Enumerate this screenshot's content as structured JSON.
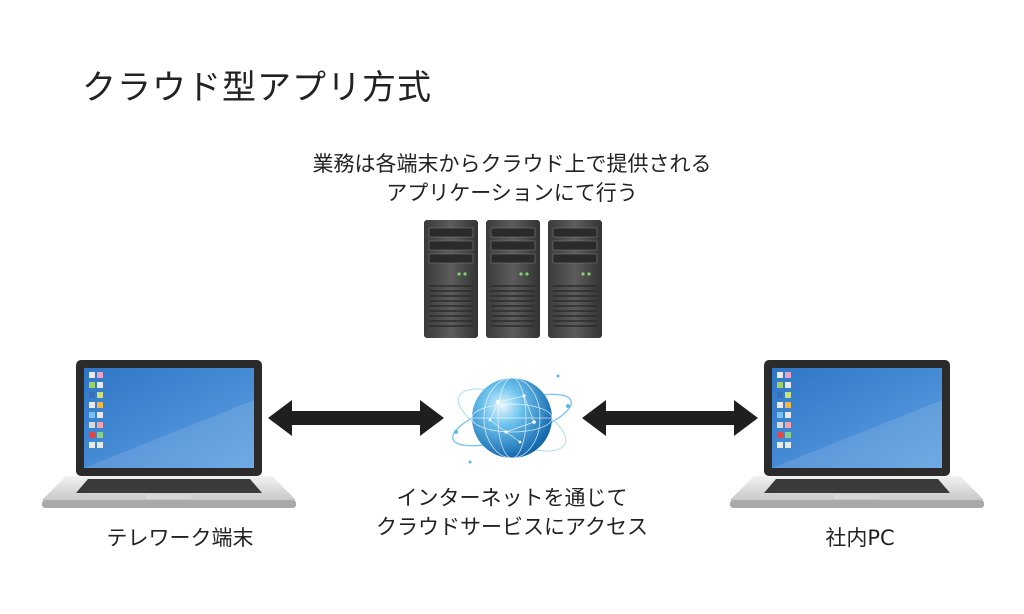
{
  "title": "クラウド型アプリ方式",
  "server_caption": {
    "line1": "業務は各端末からクラウド上で提供される",
    "line2": "アプリケーションにて行う"
  },
  "internet_caption": {
    "line1": "インターネットを通じて",
    "line2": "クラウドサービスにアクセス"
  },
  "left_device_label": "テレワーク端末",
  "right_device_label": "社内PC",
  "icons": {
    "servers": "server-tower-icon",
    "globe": "globe-network-icon",
    "laptop": "laptop-icon",
    "arrow": "double-arrow-icon"
  }
}
